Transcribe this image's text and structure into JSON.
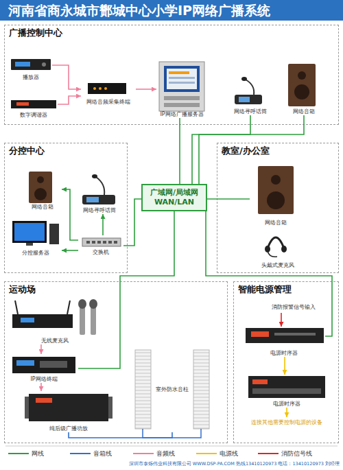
{
  "diagram": {
    "title": "河南省商永城市酂城中心小学IP网络广播系统",
    "nodes": [
      {
        "text": [
          "广播控制中心"
        ]
      },
      {
        "text": [
          "播放器"
        ],
        "in": 0
      },
      {
        "text": [
          "数字调谐器"
        ],
        "in": 0
      },
      {
        "text": [
          "网络音频采集终端"
        ],
        "in": 0
      },
      {
        "text": [
          "IP网络广播服务器"
        ],
        "in": 0
      },
      {
        "text": [
          "网络寻呼话筒"
        ],
        "in": 0
      },
      {
        "text": [
          "网络音箱"
        ],
        "in": 0
      },
      {
        "text": [
          "分控中心"
        ]
      },
      {
        "text": [
          "网络音箱"
        ],
        "in": 7
      },
      {
        "text": [
          "网络寻呼话筒"
        ],
        "in": 7
      },
      {
        "text": [
          "分控服务器"
        ],
        "in": 7
      },
      {
        "text": [
          "交换机"
        ],
        "in": 7
      },
      {
        "text": [
          "广域网/局域网 WAN/LAN"
        ]
      },
      {
        "text": [
          "教室/办公室"
        ]
      },
      {
        "text": [
          "网络音箱"
        ],
        "in": 13
      },
      {
        "text": [
          "头戴式麦克风"
        ],
        "in": 13
      },
      {
        "text": [
          "运动场"
        ]
      },
      {
        "text": [
          "无线麦克风"
        ],
        "in": 16
      },
      {
        "text": [
          "IP网络终端"
        ],
        "in": 16
      },
      {
        "text": [
          "纯后级广播功放"
        ],
        "in": 16
      },
      {
        "text": [
          "室外防水音柱"
        ],
        "in": 16
      },
      {
        "text": [
          "智能电源管理"
        ]
      },
      {
        "text": [
          "消防报警信号输入"
        ],
        "in": 21
      },
      {
        "text": [
          "电源时序器"
        ],
        "in": 21
      },
      {
        "text": [
          "电源时序器"
        ],
        "in": 21
      },
      {
        "text": [
          "连接其他需要控制电源的设备"
        ],
        "in": 21
      }
    ],
    "edges": [
      {
        "from": 1,
        "to": 3,
        "arrow": "to"
      },
      {
        "from": 2,
        "to": 3,
        "arrow": "to"
      },
      {
        "from": 3,
        "to": 4,
        "arrow": "to"
      },
      {
        "from": 4,
        "to": 12,
        "arrow": "none"
      },
      {
        "from": 5,
        "to": 12,
        "arrow": "none"
      },
      {
        "from": 6,
        "to": 12,
        "arrow": "none"
      },
      {
        "from": 11,
        "to": 8,
        "arrow": "to"
      },
      {
        "from": 11,
        "to": 9,
        "arrow": "to"
      },
      {
        "from": 11,
        "to": 10,
        "arrow": "to"
      },
      {
        "from": 11,
        "to": 12,
        "arrow": "none"
      },
      {
        "from": 12,
        "to": 14,
        "arrow": "none"
      },
      {
        "from": 17,
        "to": 18,
        "arrow": "to"
      },
      {
        "from": 18,
        "to": 19,
        "arrow": "to"
      },
      {
        "from": 19,
        "to": 20,
        "arrow": "none"
      },
      {
        "from": 18,
        "to": 12,
        "arrow": "none"
      },
      {
        "from": 23,
        "to": 12,
        "arrow": "none"
      },
      {
        "from": 22,
        "to": 23,
        "arrow": "to"
      },
      {
        "from": 23,
        "to": 24,
        "arrow": "to"
      },
      {
        "from": 24,
        "to": 25,
        "arrow": "to"
      }
    ],
    "labels": [
      "深圳市泰烁伟业科技有限公司 WWW.DSP-PA.COM 热线13410120973 电话：13410120973 刘经理"
    ],
    "legend": [
      {
        "text": "网线"
      },
      {
        "text": "音箱线"
      },
      {
        "text": "音频线"
      },
      {
        "text": "电源线"
      },
      {
        "text": "消防信号线"
      }
    ]
  }
}
